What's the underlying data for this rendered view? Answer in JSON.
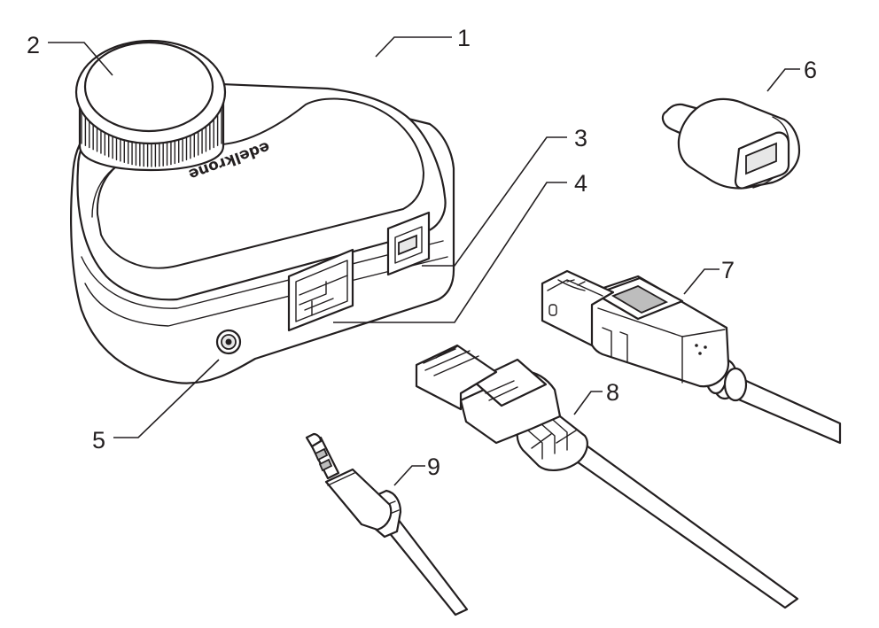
{
  "brand_text": "edelkrone",
  "callouts": [
    {
      "label": "1",
      "part": "controller-body"
    },
    {
      "label": "2",
      "part": "control-knob"
    },
    {
      "label": "3",
      "part": "usb-b-port"
    },
    {
      "label": "4",
      "part": "rj-port"
    },
    {
      "label": "5",
      "part": "audio-jack-port"
    },
    {
      "label": "6",
      "part": "usb-c-otg-adapter"
    },
    {
      "label": "7",
      "part": "usb-b-cable"
    },
    {
      "label": "8",
      "part": "rj-cable"
    },
    {
      "label": "9",
      "part": "3-5mm-audio-cable"
    }
  ],
  "colors": {
    "line": "#231f20",
    "background": "#ffffff"
  }
}
